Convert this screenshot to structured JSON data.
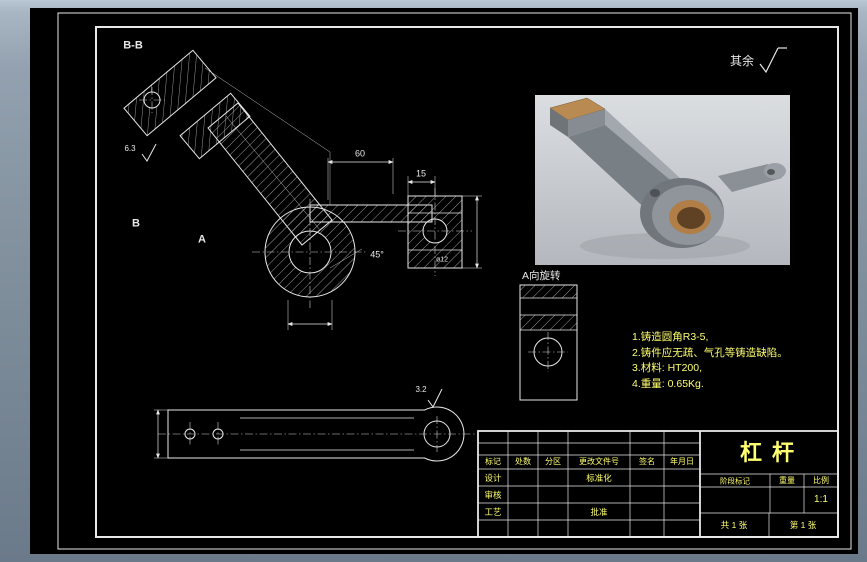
{
  "labels": {
    "section_bb": "B-B",
    "datum_b": "B",
    "datum_a": "A",
    "surface_rest": "其余",
    "rotated_view": "A向旋转"
  },
  "dimensions": {
    "d60": "60",
    "d15": "15",
    "a45": "45°",
    "dia12": "ø12",
    "r6_3": "6.3",
    "r3_2": "3.2"
  },
  "notes": [
    "1.铸造圆角R3-5,",
    "2.铸件应无疏、气孔等铸造缺陷。",
    "3.材料: HT200,",
    "4.重量: 0.65Kg."
  ],
  "title_block": {
    "part_name": "杠杆",
    "col_mark": "标记",
    "col_count": "处数",
    "col_zone": "分区",
    "col_change_doc": "更改文件号",
    "col_sign": "签名",
    "col_date": "年月日",
    "design": "设计",
    "standardize": "标准化",
    "check": "审核",
    "process": "工艺",
    "approve": "批准",
    "stage_mark": "阶段标记",
    "weight": "重量",
    "scale": "比例",
    "scale_value": "1:1",
    "sheets_total": "共 1 张",
    "sheet_number": "第 1 张"
  },
  "colors": {
    "canvas_bg": "#000000",
    "line": "#e8e8e8",
    "text_accent": "#ffff70",
    "bronze": "#b07e46"
  }
}
